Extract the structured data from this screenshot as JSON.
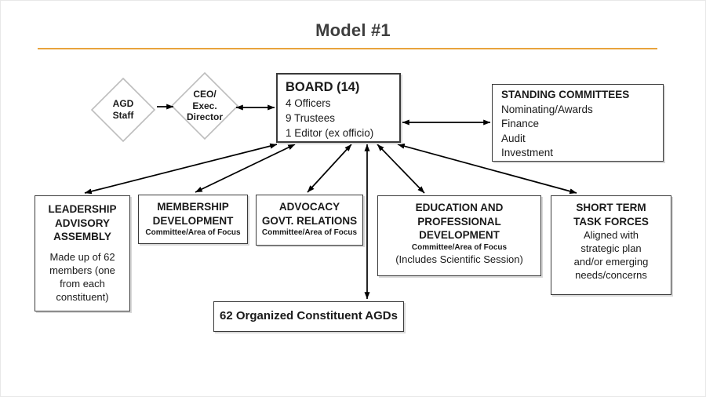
{
  "slide": {
    "title": "Model #1",
    "accent_color": "#E8A33C"
  },
  "diamonds": {
    "agd_staff": {
      "label": "AGD\nStaff"
    },
    "ceo": {
      "label": "CEO/\nExec.\nDirector"
    }
  },
  "board": {
    "title": "BOARD (14)",
    "lines": [
      "4 Officers",
      "9 Trustees",
      "1 Editor (ex officio)"
    ]
  },
  "standing_committees": {
    "title": "STANDING COMMITTEES",
    "items": [
      "Nominating/Awards",
      "Finance",
      "Audit",
      "Investment"
    ]
  },
  "groups": {
    "leadership": {
      "title": "LEADERSHIP\nADVISORY\nASSEMBLY",
      "body": "Made up of 62\nmembers (one\nfrom each\nconstituent)"
    },
    "membership": {
      "title": "MEMBERSHIP\nDEVELOPMENT",
      "subtitle": "Committee/Area of Focus"
    },
    "advocacy": {
      "title": "ADVOCACY\nGOVT. RELATIONS",
      "subtitle": "Committee/Area of Focus"
    },
    "education": {
      "title": "EDUCATION AND\nPROFESSIONAL\nDEVELOPMENT",
      "subtitle": "Committee/Area of Focus",
      "body": "(Includes Scientific Session)"
    },
    "short_term": {
      "title": "SHORT TERM\nTASK FORCES",
      "body": "Aligned with\nstrategic plan\nand/or emerging\nneeds/concerns"
    }
  },
  "constituents": {
    "label": "62 Organized Constituent AGDs"
  }
}
